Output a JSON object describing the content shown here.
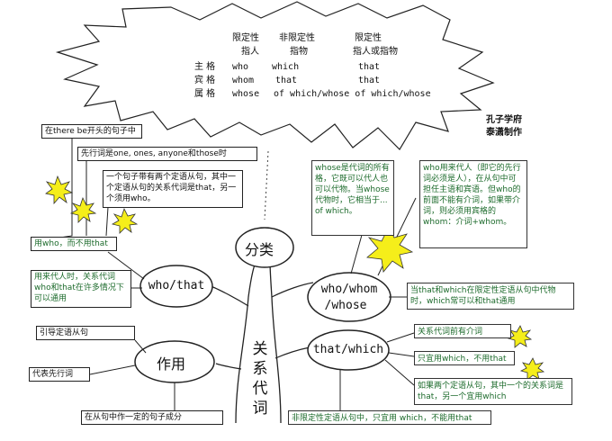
{
  "star": {
    "headers": [
      "限定性",
      "非限定性",
      "限定性"
    ],
    "subheaders": [
      "指人",
      "指物",
      "指人或指物"
    ],
    "rows": [
      {
        "label": "主 格",
        "cells": [
          "who",
          "which",
          "that"
        ]
      },
      {
        "label": "宾 格",
        "cells": [
          "whom",
          "that",
          "that"
        ]
      },
      {
        "label": "属 格",
        "cells": [
          "whose",
          "of which/whose of which/whose",
          ""
        ]
      }
    ]
  },
  "credit": [
    "孔子学府",
    "泰潇制作"
  ],
  "center": {
    "title": "分类",
    "trunk": [
      "关",
      "系",
      "代",
      "词"
    ]
  },
  "nodes": {
    "who_that": "who/that",
    "who_whom": "who/whom",
    "whose": "/whose",
    "that_which": "that/which",
    "role": "作用"
  },
  "left_notes": [
    "在there be开头的句子中",
    "先行词是one, ones, anyone和those时",
    "一个句子带有两个定语从句，其中一个定语从句的关系代词是that，另一个须用who。",
    "用who，而不用that",
    "用来代人时，关系代词who和that在许多情况下可以通用"
  ],
  "role_notes": [
    "引导定语从句",
    "代表先行词",
    "在从句中作一定的句子成分"
  ],
  "green_notes": {
    "whose": "whose是代词的所有格，它既可以代人也可以代物。当whose代物时，它相当于... of which。",
    "whom": "who用来代人（即它的先行词必须是人），在从句中可担任主语和宾语。但who的前面不能有介词，如果带介词，则必须用宾格的whom：介词+whom。",
    "that_which": "当that和which在限定性定语从句中代物时，which常可以和that通用",
    "prep": "关系代词前有介词",
    "only_which": "只宜用which，不用that",
    "two_clauses": "如果两个定语从句，其中一个的关系词是that，另一个宜用which",
    "nonrestrictive": "非限定性定语从句中，只宜用 which，不能用that"
  }
}
